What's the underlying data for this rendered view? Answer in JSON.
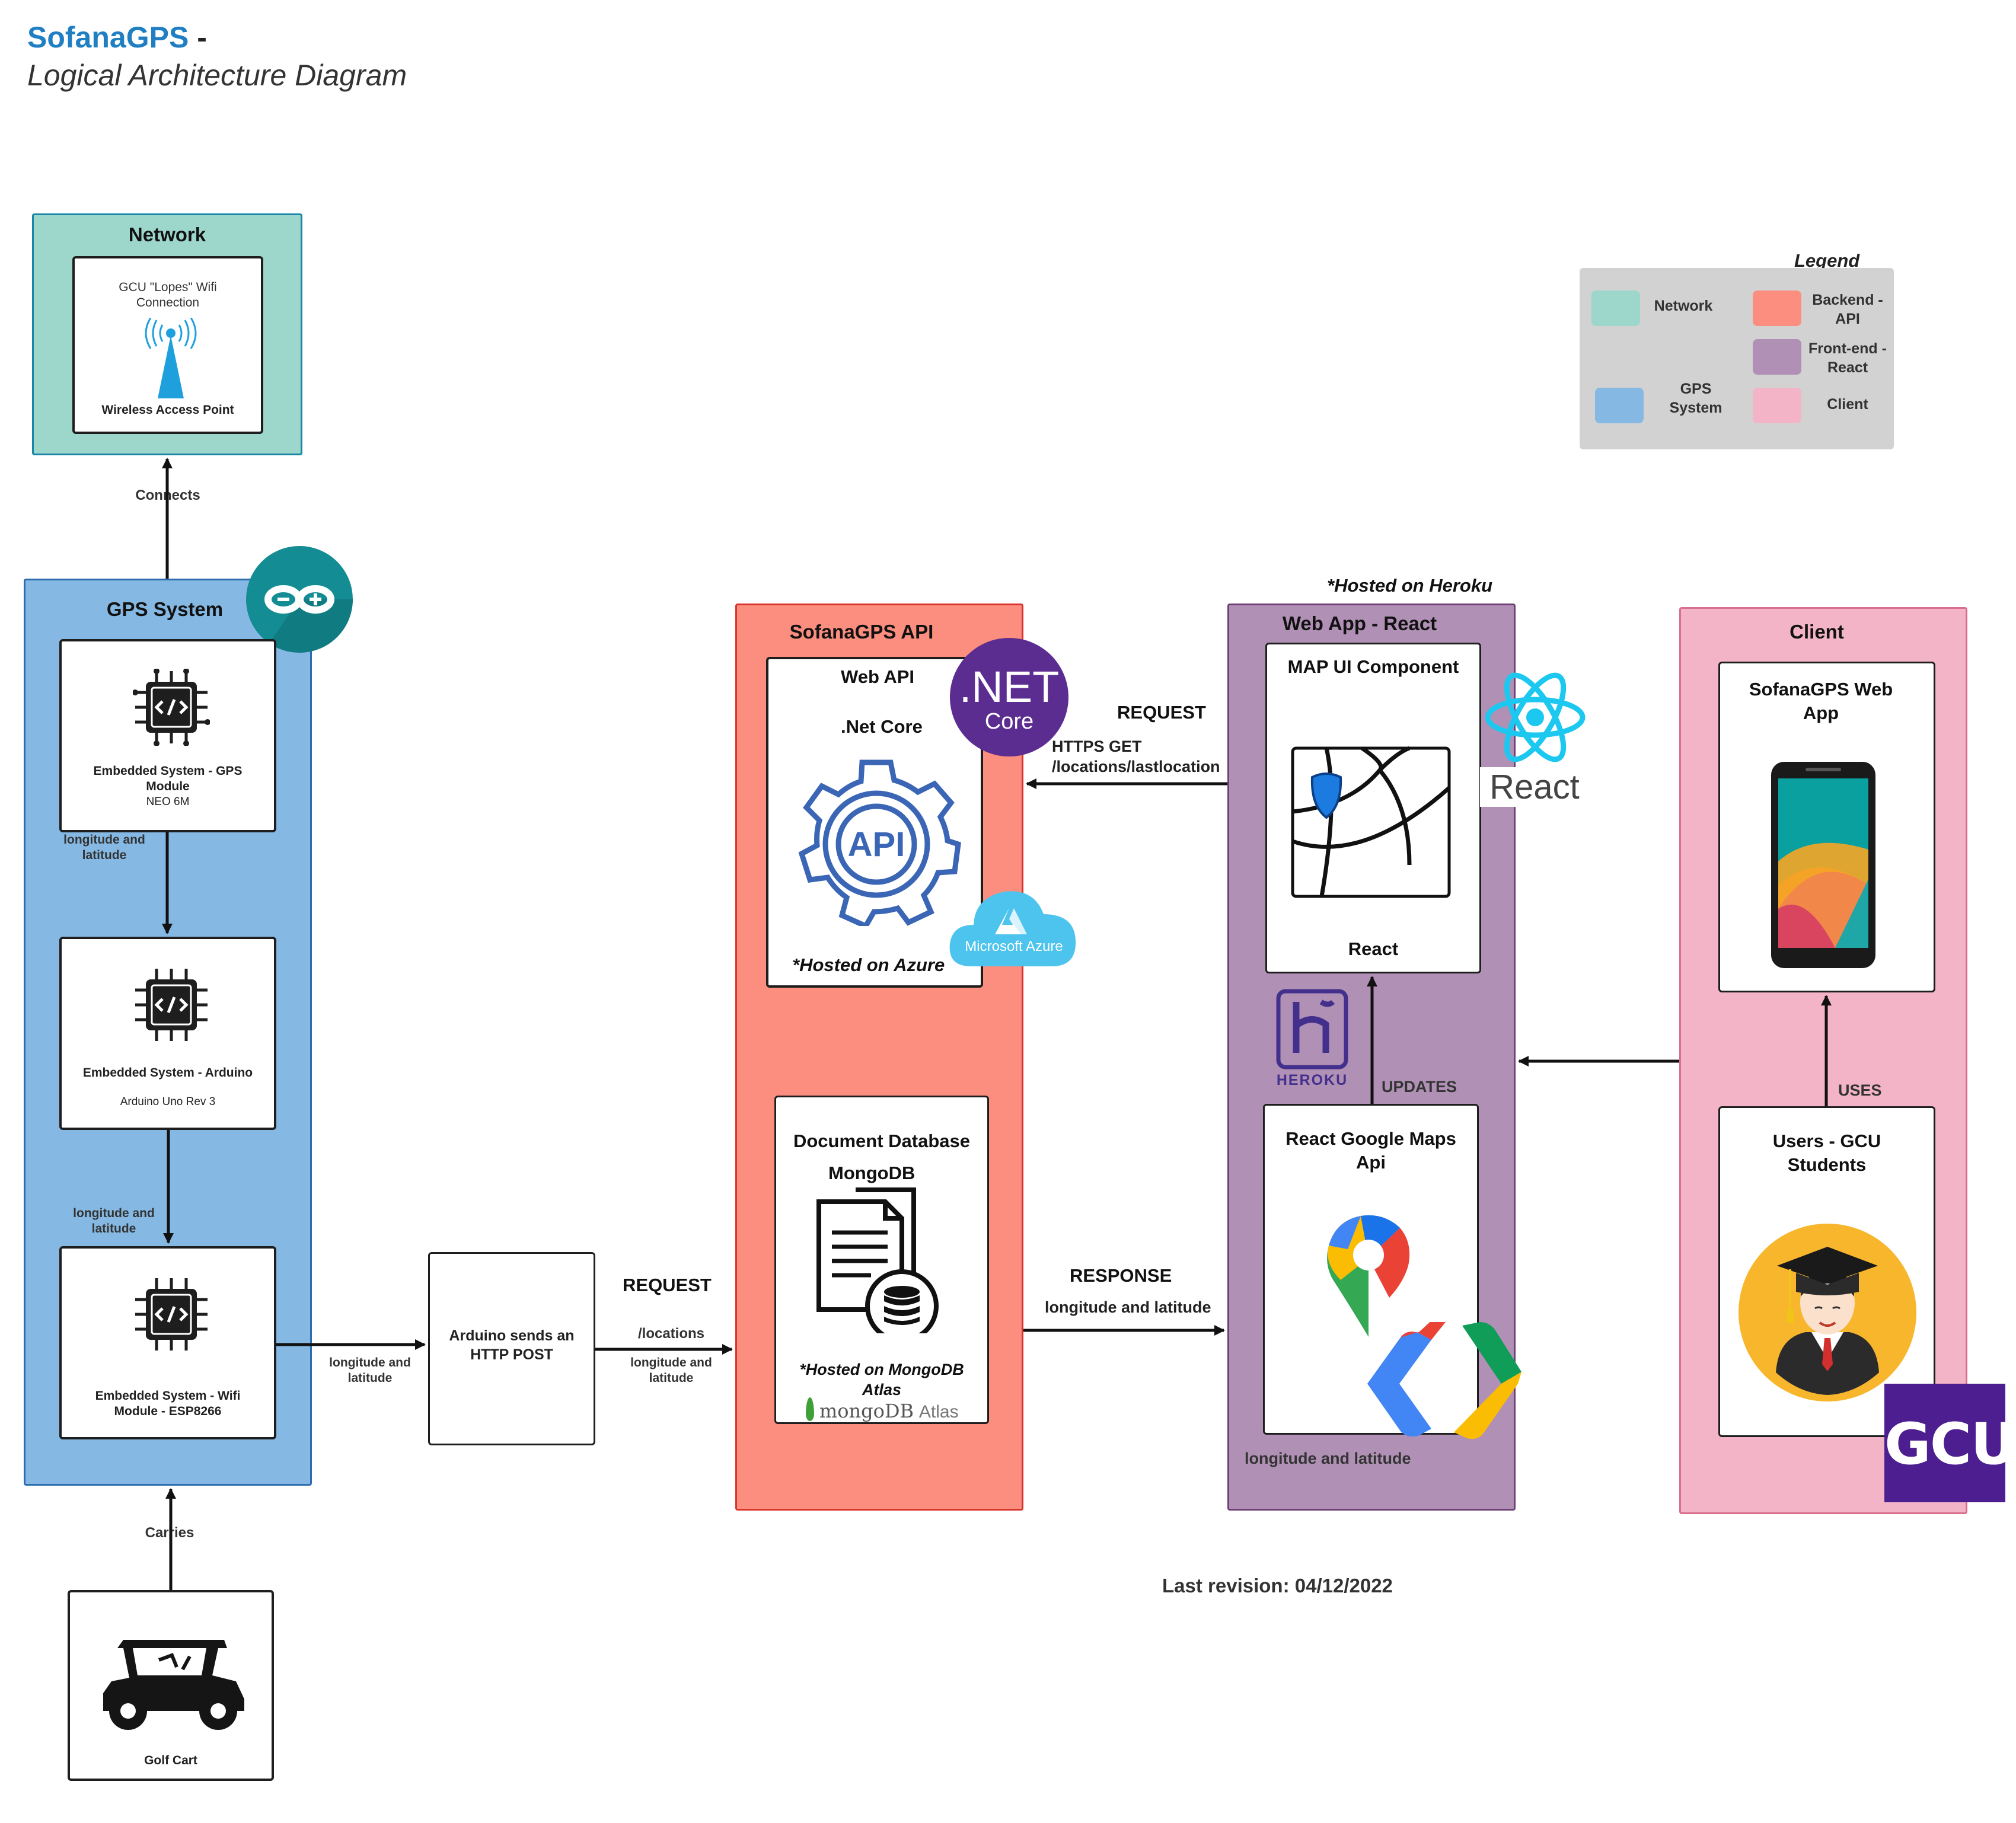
{
  "title": {
    "main": "SofanaGPS",
    "dash": " -",
    "sub": "Logical Architecture Diagram"
  },
  "colors": {
    "network": "#9dd6cb",
    "gps": "#85b9e3",
    "backend": "#fb8e7e",
    "frontend": "#b190b5",
    "client": "#f4b4c8",
    "legend_bg": "#d2d2d2",
    "title_blue": "#1f7fc2"
  },
  "network": {
    "title": "Network",
    "card_text": "GCU \"Lopes\" Wifi Connection",
    "card_label": "Wireless Access Point",
    "icon": "wifi-tower-icon"
  },
  "gps": {
    "title": "GPS System",
    "cards": [
      {
        "label": "Embedded System - GPS Module",
        "sub": "NEO 6M",
        "icon": "chip-code-icon"
      },
      {
        "label": "Embedded System - Arduino",
        "sub": "Arduino Uno Rev 3",
        "icon": "chip-code-icon"
      },
      {
        "label": "Embedded System - Wifi Module - ESP8266",
        "sub": "",
        "icon": "chip-code-icon"
      }
    ],
    "arrow_labels": [
      "longitude and latitude",
      "longitude and latitude"
    ],
    "badge_icon": "arduino-logo-icon"
  },
  "connects_label": "Connects",
  "carries_label": "Carries",
  "golf_cart": {
    "label": "Golf Cart",
    "icon": "golf-cart-icon"
  },
  "post_box": {
    "text": "Arduino sends an HTTP POST"
  },
  "edge_labels": {
    "gps_to_post": "longitude and latitude",
    "request": "REQUEST",
    "locations": "/locations",
    "post_to_api": "longitude and latitude",
    "response": "RESPONSE",
    "response_sub": "longitude and latitude",
    "request2": "REQUEST",
    "https_get_1": "HTTPS GET",
    "https_get_2": "/locations/lastlocation",
    "updates": "UPDATES",
    "uses": "USES",
    "longlat_bottom": "longitude and latitude"
  },
  "api": {
    "title": "SofanaGPS API",
    "webapi_title": "Web API",
    "webapi_sub": ".Net Core",
    "webapi_hosted": "*Hosted on Azure",
    "api_icon_text": "API",
    "net_logo_1": ".NET",
    "net_logo_2": "Core",
    "azure_text": "Microsoft Azure",
    "db_title": "Document Database",
    "db_sub": "MongoDB",
    "db_hosted": "*Hosted on MongoDB Atlas",
    "mongo_logo": "mongoDB",
    "mongo_logo_2": "Atlas"
  },
  "webapp": {
    "hosted": "*Hosted on Heroku",
    "title": "Web App - React",
    "map_title": "MAP UI Component",
    "map_sub": "React",
    "react_logo": "React",
    "heroku_text": "HEROKU",
    "gmaps_title": "React Google Maps Api"
  },
  "client": {
    "title": "Client",
    "app_title": "SofanaGPS Web App",
    "users_title": "Users - GCU Students",
    "gcu_logo": "GCU"
  },
  "legend": {
    "title": "Legend",
    "items": [
      {
        "label": "Network",
        "color": "#9dd6cb"
      },
      {
        "label": "Backend - API",
        "color": "#fb8e7e"
      },
      {
        "label": "Front-end - React",
        "color": "#b190b5"
      },
      {
        "label": "GPS System",
        "color": "#85b9e3"
      },
      {
        "label": "Client",
        "color": "#f4b4c8"
      }
    ]
  },
  "revision": "Last revision: 04/12/2022"
}
